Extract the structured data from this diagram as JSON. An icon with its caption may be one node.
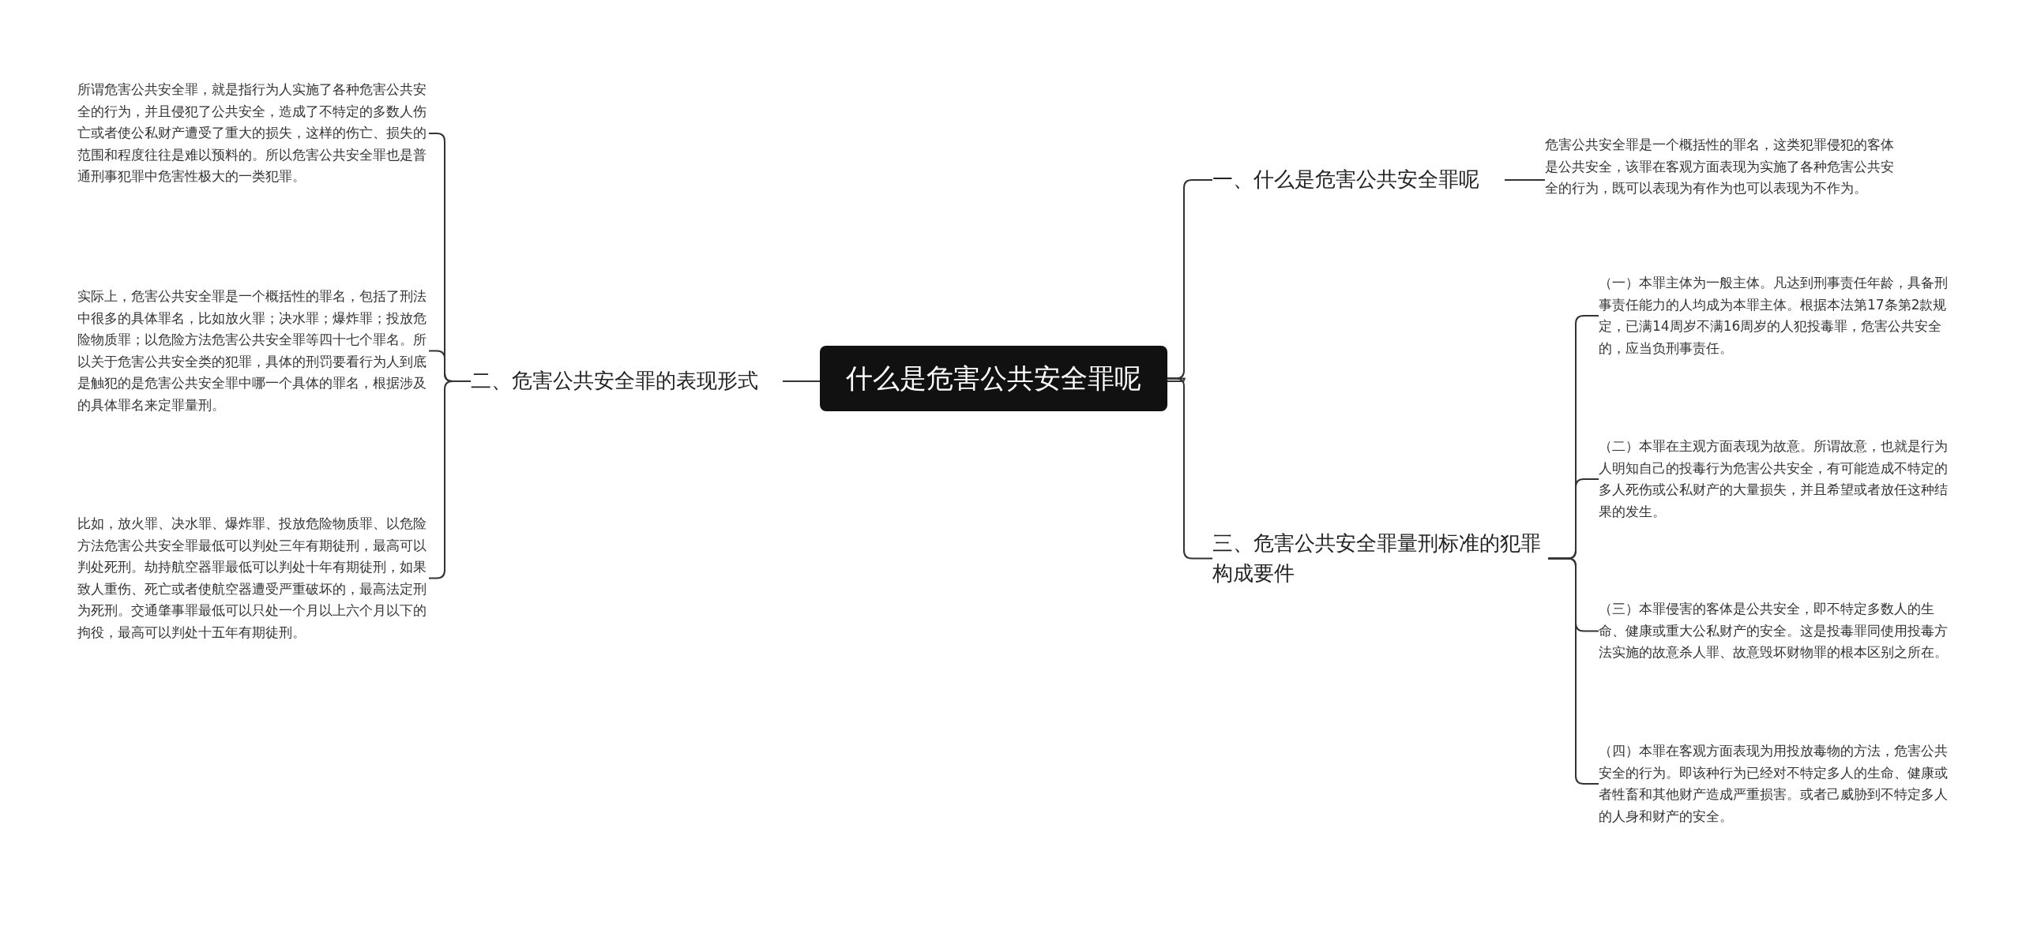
{
  "diagram": {
    "nodes": [
      {
        "text": [
          "什么是危害公共安全罪呢"
        ]
      },
      {
        "text": [
          "二、危害公共安全罪的表现形式"
        ]
      },
      {
        "text": [
          "所谓危害公共安全罪，就是指行为人实施了各种危害公共安全的行为，并且侵犯了公共安全，造成了不特定的多数人伤亡或者使公私财产遭受了重大的损失，这样的伤亡、损失的范围和程度往往是难以预料的。所以危害公共安全罪也是普通刑事犯罪中危害性极大的一类犯罪。"
        ]
      },
      {
        "text": [
          "实际上，危害公共安全罪是一个概括性的罪名，包括了刑法中很多的具体罪名，比如放火罪；决水罪；爆炸罪；投放危险物质罪；以危险方法危害公共安全罪等四十七个罪名。所以关于危害公共安全类的犯罪，具体的刑罚要看行为人到底是触犯的是危害公共安全罪中哪一个具体的罪名，根据涉及的具体罪名来定罪量刑。"
        ]
      },
      {
        "text": [
          "比如，放火罪、决水罪、爆炸罪、投放危险物质罪、以危险方法危害公共安全罪最低可以判处三年有期徒刑，最高可以判处死刑。劫持航空器罪最低可以判处十年有期徒刑，如果致人重伤、死亡或者使航空器遭受严重破坏的，最高法定刑为死刑。交通肇事罪最低可以只处一个月以上六个月以下的拘役，最高可以判处十五年有期徒刑。"
        ]
      },
      {
        "text": [
          "一、什么是危害公共安全罪呢"
        ]
      },
      {
        "text": [
          "危害公共安全罪是一个概括性的罪名，这类犯罪侵犯的客体是公共安全，该罪在客观方面表现为实施了各种危害公共安全的行为，既可以表现为有作为也可以表现为不作为。"
        ]
      },
      {
        "text": [
          "三、危害公共安全罪量刑标准的犯罪构成要件"
        ]
      },
      {
        "text": [
          "（一）本罪主体为一般主体。凡达到刑事责任年龄，具备刑事责任能力的人均成为本罪主体。根据本法第17条第2款规定，已满14周岁不满16周岁的人犯投毒罪，危害公共安全的，应当负刑事责任。"
        ]
      },
      {
        "text": [
          "（二）本罪在主观方面表现为故意。所谓故意，也就是行为人明知自己的投毒行为危害公共安全，有可能造成不特定的多人死伤或公私财产的大量损失，并且希望或者放任这种结果的发生。"
        ]
      },
      {
        "text": [
          "（三）本罪侵害的客体是公共安全，即不特定多数人的生命、健康或重大公私财产的安全。这是投毒罪同使用投毒方法实施的故意杀人罪、故意毁坏财物罪的根本区别之所在。"
        ]
      },
      {
        "text": [
          "（四）本罪在客观方面表现为用投放毒物的方法，危害公共安全的行为。即该种行为已经对不特定多人的生命、健康或者牲畜和其他财产造成严重损害。或者己威胁到不特定多人的人身和财产的安全。"
        ]
      }
    ],
    "edges": [
      {
        "from": 0,
        "to": 1,
        "arrow": "none"
      },
      {
        "from": 1,
        "to": 2,
        "arrow": "none"
      },
      {
        "from": 1,
        "to": 3,
        "arrow": "none"
      },
      {
        "from": 1,
        "to": 4,
        "arrow": "none"
      },
      {
        "from": 0,
        "to": 5,
        "arrow": "none"
      },
      {
        "from": 0,
        "to": 7,
        "arrow": "none"
      },
      {
        "from": 5,
        "to": 6,
        "arrow": "none"
      },
      {
        "from": 7,
        "to": 8,
        "arrow": "none"
      },
      {
        "from": 7,
        "to": 9,
        "arrow": "none"
      },
      {
        "from": 7,
        "to": 10,
        "arrow": "none"
      },
      {
        "from": 7,
        "to": 11,
        "arrow": "none"
      }
    ]
  }
}
